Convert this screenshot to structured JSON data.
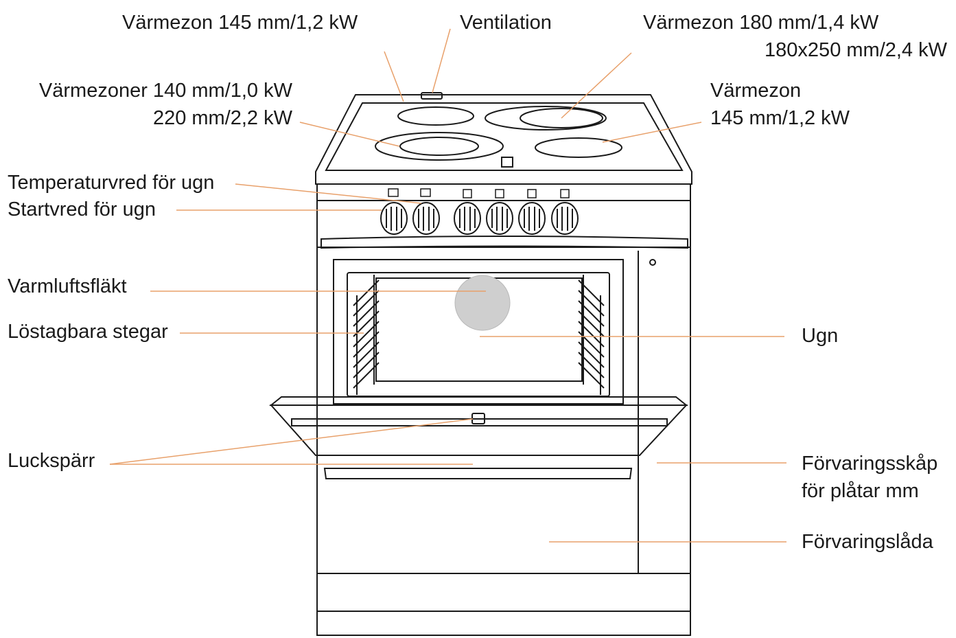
{
  "colors": {
    "leader": "#e8a06a",
    "outline": "#1a1a1a",
    "fan": "#cfcfcf",
    "label_text": "#1a1a1a"
  },
  "labels": {
    "heat_zone_rear_left": "Värmezon 145 mm/1,2 kW",
    "ventilation": "Ventilation",
    "heat_zone_rear_right_line1": "Värmezon 180 mm/1,4 kW",
    "heat_zone_rear_right_line2": "180x250 mm/2,4 kW",
    "heat_zones_front_left_line1": "Värmezoner 140 mm/1,0 kW",
    "heat_zones_front_left_line2": "220 mm/2,2 kW",
    "heat_zone_front_right_line1": "Värmezon",
    "heat_zone_front_right_line2": "145 mm/1,2 kW",
    "oven_temperature_knob": "Temperaturvred för ugn",
    "oven_start_knob": "Startvred för ugn",
    "convection_fan": "Varmluftsfläkt",
    "removable_racks": "Löstagbara stegar",
    "oven": "Ugn",
    "door_lock": "Luckspärr",
    "tray_cabinet_line1": "Förvaringsskåp",
    "tray_cabinet_line2": "för plåtar  mm",
    "storage_drawer": "Förvaringslåda"
  }
}
